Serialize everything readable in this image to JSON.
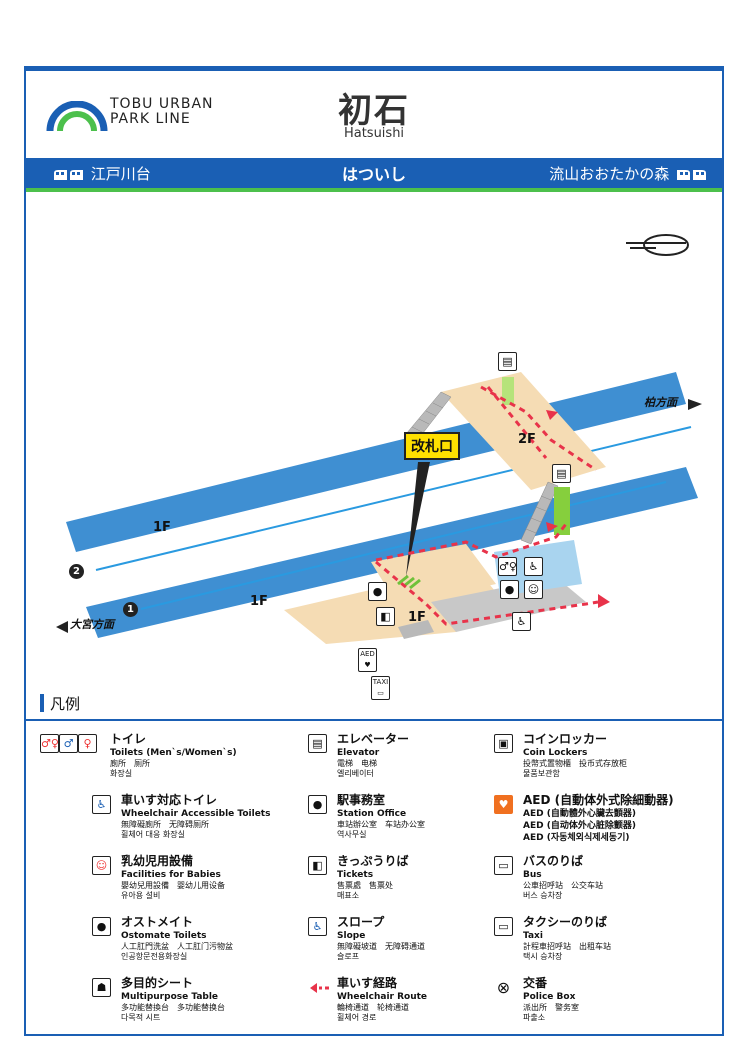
{
  "header": {
    "brand_line1": "TOBU URBAN",
    "brand_line2": "PARK LINE",
    "station_ja": "初石",
    "station_en": "Hatsuishi"
  },
  "strip": {
    "left_station": "江戸川台",
    "current_kana": "はついし",
    "right_station": "流山おおたかの森"
  },
  "map": {
    "floor_1f_a": "1F",
    "floor_1f_b": "1F",
    "floor_1f_c": "1F",
    "floor_2f": "2F",
    "ticket_gate": "改札口",
    "platform_2": "2",
    "platform_1": "1",
    "dir_kashiwa": "柏方面",
    "dir_omiya": "大宮方面",
    "aed_text": "AED",
    "taxi_text": "TAXI"
  },
  "legend": {
    "title": "凡例",
    "items": [
      {
        "ja": "トイレ",
        "en": "Toilets (Men`s/Women`s)",
        "zh": "廁所　厕所",
        "ko": "화장실"
      },
      {
        "ja": "車いす対応トイレ",
        "en": "Wheelchair Accessible Toilets",
        "zh": "無障礙廁所　无障碍厕所",
        "ko": "휠체어 대응 화장실"
      },
      {
        "ja": "乳幼児用設備",
        "en": "Facilities for Babies",
        "zh": "嬰幼兒用設備　婴幼儿用设备",
        "ko": "유아용 설비"
      },
      {
        "ja": "オストメイト",
        "en": "Ostomate Toilets",
        "zh": "人工肛門洗盆　人工肛门污物盆",
        "ko": "인공항문전용화장실"
      },
      {
        "ja": "多目的シート",
        "en": "Multipurpose Table",
        "zh": "多功能替換台　多功能替换台",
        "ko": "다목적 시트"
      },
      {
        "ja": "エレベーター",
        "en": "Elevator",
        "zh": "電梯　电梯",
        "ko": "엘리베이터"
      },
      {
        "ja": "駅事務室",
        "en": "Station Office",
        "zh": "車站辦公室　车站办公室",
        "ko": "역사무실"
      },
      {
        "ja": "きっぷうりば",
        "en": "Tickets",
        "zh": "售票處　售票处",
        "ko": "매표소"
      },
      {
        "ja": "スロープ",
        "en": "Slope",
        "zh": "無障礙坡道　无障碍通道",
        "ko": "슬로프"
      },
      {
        "ja": "車いす経路",
        "en": "Wheelchair Route",
        "zh": "輪椅通道　轮椅通道",
        "ko": "휠체어 경로"
      },
      {
        "ja": "コインロッカー",
        "en": "Coin Lockers",
        "zh": "投幣式置物櫃　投币式存放柜",
        "ko": "물품보관함"
      },
      {
        "ja": "AED (自動体外式除細動器)",
        "en": "AED (自動體外心臟去顫器)",
        "zh": "AED (自动体外心脏除颤器)",
        "ko": "AED (자동체외식제세동기)"
      },
      {
        "ja": "バスのりば",
        "en": "Bus",
        "zh": "公車招呼站　公交车站",
        "ko": "버스 승차장"
      },
      {
        "ja": "タクシーのりば",
        "en": "Taxi",
        "zh": "計程車招呼站　出租车站",
        "ko": "택시 승차장"
      },
      {
        "ja": "交番",
        "en": "Police Box",
        "zh": "派出所　警务室",
        "ko": "파출소"
      }
    ]
  },
  "colors": {
    "brand_blue": "#1a5fb4",
    "brand_green": "#4cc04c",
    "platform_blue": "#3f8fd2",
    "concourse": "#f5dcb4",
    "route_red": "#e8334a",
    "gate_yellow": "#ffe000"
  }
}
